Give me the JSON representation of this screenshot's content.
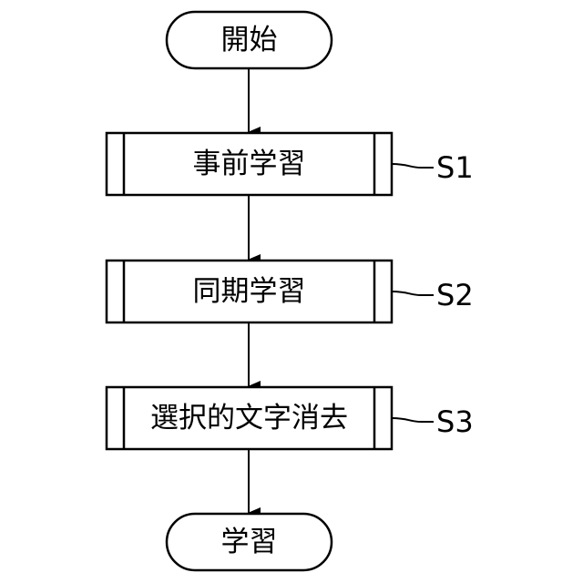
{
  "start_node": {
    "label": "開始"
  },
  "steps": [
    {
      "label": "事前学習",
      "step_id": "S1"
    },
    {
      "label": "同期学習",
      "step_id": "S2"
    },
    {
      "label": "選択的文字消去",
      "step_id": "S3"
    }
  ],
  "end_node": {
    "label": "学習"
  }
}
